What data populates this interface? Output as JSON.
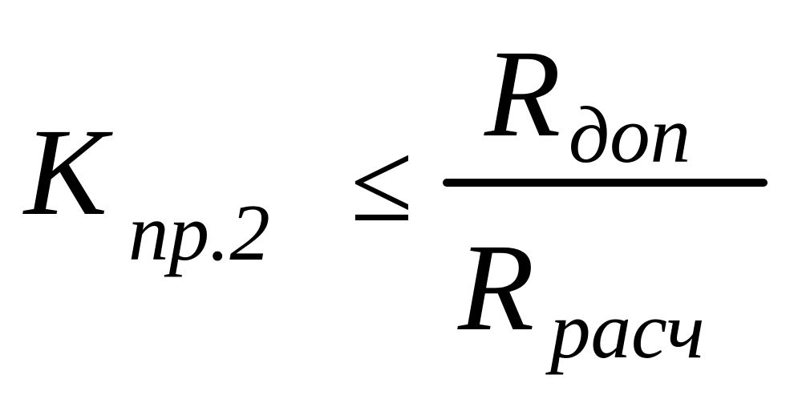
{
  "formula": {
    "lhs": {
      "symbol": "K",
      "subscript": "пр.2"
    },
    "relation": "≤",
    "numerator": {
      "symbol": "R",
      "subscript": "доп"
    },
    "denominator": {
      "symbol": "R",
      "subscript": "расч"
    }
  }
}
